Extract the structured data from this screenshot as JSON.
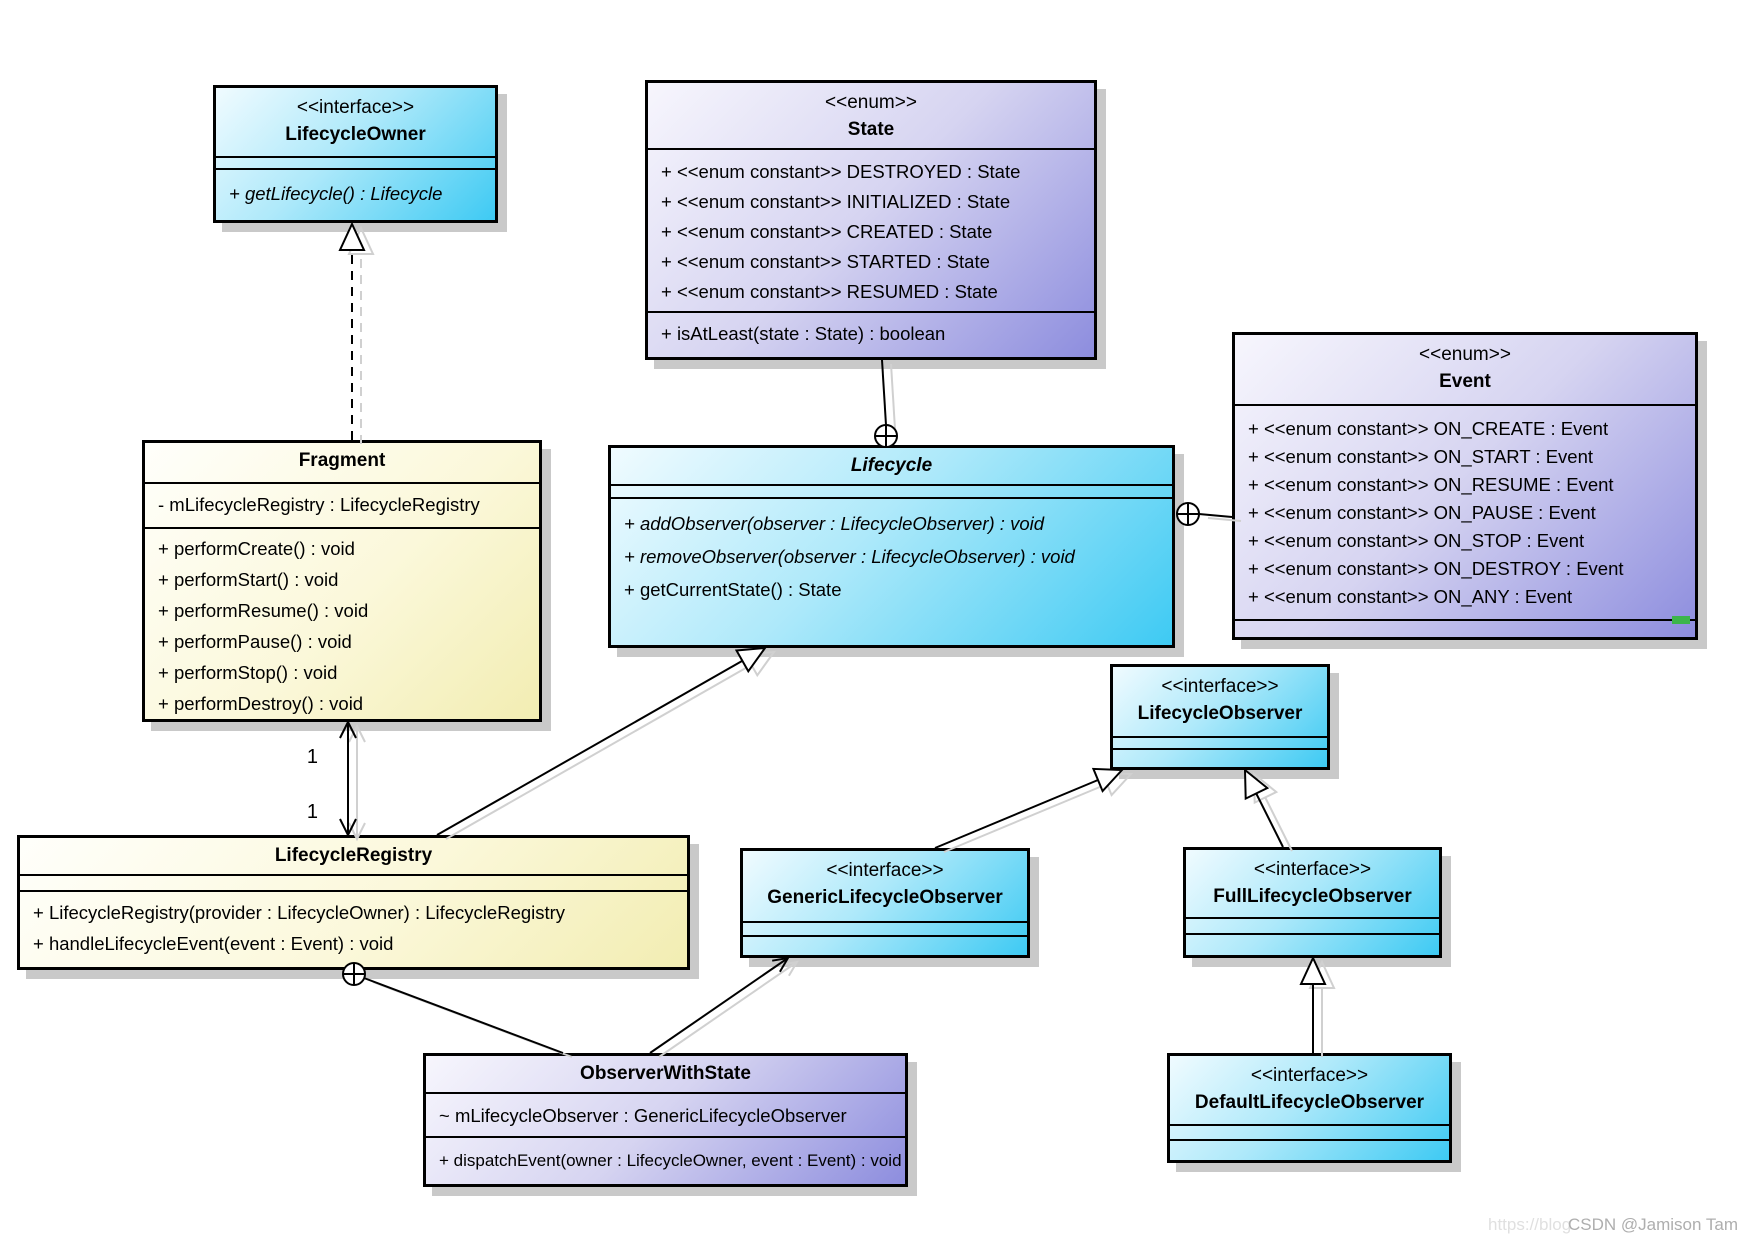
{
  "colors": {
    "interface_fill": "#3ecaf3",
    "enum_fill": "#8d8dde",
    "class_fill": "#f2edb2",
    "shadow": "#c9c9c9",
    "connector_shadow": "#d0d0d0",
    "green_handle": "#3cb54a"
  },
  "classes": {
    "lifecycle_owner": {
      "stereotype": "<<interface>>",
      "name": "LifecycleOwner",
      "ops": [
        "+ getLifecycle() : Lifecycle"
      ]
    },
    "state": {
      "stereotype": "<<enum>>",
      "name": "State",
      "attrs": [
        "+ <<enum constant>> DESTROYED : State",
        "+ <<enum constant>> INITIALIZED : State",
        "+ <<enum constant>> CREATED : State",
        "+ <<enum constant>> STARTED : State",
        "+ <<enum constant>> RESUMED : State"
      ],
      "ops": [
        "+ isAtLeast(state : State) : boolean"
      ]
    },
    "event": {
      "stereotype": "<<enum>>",
      "name": "Event",
      "attrs": [
        "+ <<enum constant>> ON_CREATE : Event",
        "+ <<enum constant>> ON_START : Event",
        "+ <<enum constant>> ON_RESUME : Event",
        "+ <<enum constant>> ON_PAUSE : Event",
        "+ <<enum constant>> ON_STOP : Event",
        "+ <<enum constant>> ON_DESTROY : Event",
        "+ <<enum constant>> ON_ANY : Event"
      ]
    },
    "fragment": {
      "name": "Fragment",
      "attrs": [
        "- mLifecycleRegistry : LifecycleRegistry"
      ],
      "ops": [
        "+ performCreate() : void",
        "+ performStart() : void",
        "+ performResume() : void",
        "+ performPause() : void",
        "+ performStop() : void",
        "+ performDestroy() : void"
      ]
    },
    "lifecycle": {
      "name": "Lifecycle",
      "ops": [
        "+ addObserver(observer : LifecycleObserver) : void",
        "+ removeObserver(observer : LifecycleObserver) : void",
        "+ getCurrentState() : State"
      ]
    },
    "lifecycle_observer": {
      "stereotype": "<<interface>>",
      "name": "LifecycleObserver"
    },
    "generic_lifecycle_observer": {
      "stereotype": "<<interface>>",
      "name": "GenericLifecycleObserver"
    },
    "full_lifecycle_observer": {
      "stereotype": "<<interface>>",
      "name": "FullLifecycleObserver"
    },
    "default_lifecycle_observer": {
      "stereotype": "<<interface>>",
      "name": "DefaultLifecycleObserver"
    },
    "lifecycle_registry": {
      "name": "LifecycleRegistry",
      "ops": [
        "+ LifecycleRegistry(provider : LifecycleOwner) : LifecycleRegistry",
        "+ handleLifecycleEvent(event : Event) : void"
      ]
    },
    "observer_with_state": {
      "name": "ObserverWithState",
      "attrs": [
        "~ mLifecycleObserver : GenericLifecycleObserver"
      ],
      "ops": [
        "+ dispatchEvent(owner : LifecycleOwner, event : Event) : void"
      ]
    }
  },
  "connectors": {
    "fragment_registry_mult_top": "1",
    "fragment_registry_mult_bottom": "1"
  },
  "watermark": {
    "url_text": "https://blog",
    "credit": "CSDN @Jamison Tam"
  }
}
